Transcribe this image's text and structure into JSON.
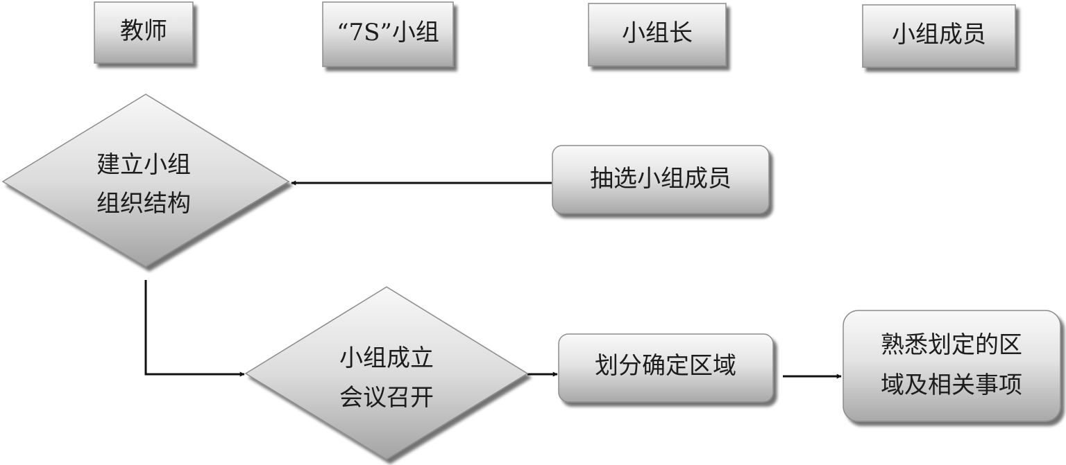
{
  "lanes": {
    "teacher": "教师",
    "group_7s": "“7S”小组",
    "leader": "小组长",
    "members": "小组成员"
  },
  "nodes": {
    "build_structure": {
      "line1": "建立小组",
      "line2": "组织结构"
    },
    "select_members": "抽选小组成员",
    "kickoff_meeting": {
      "line1": "小组成立",
      "line2": "会议召开"
    },
    "divide_areas": "划分确定区域",
    "familiarize": {
      "line1": "熟悉划定的区",
      "line2": "域及相关事项"
    }
  },
  "colors": {
    "box_light": "#f6f6f6",
    "box_dark": "#a9a9a9",
    "border": "#8c8c8c",
    "shadow": "#8a8a8a",
    "arrow": "#111111"
  }
}
